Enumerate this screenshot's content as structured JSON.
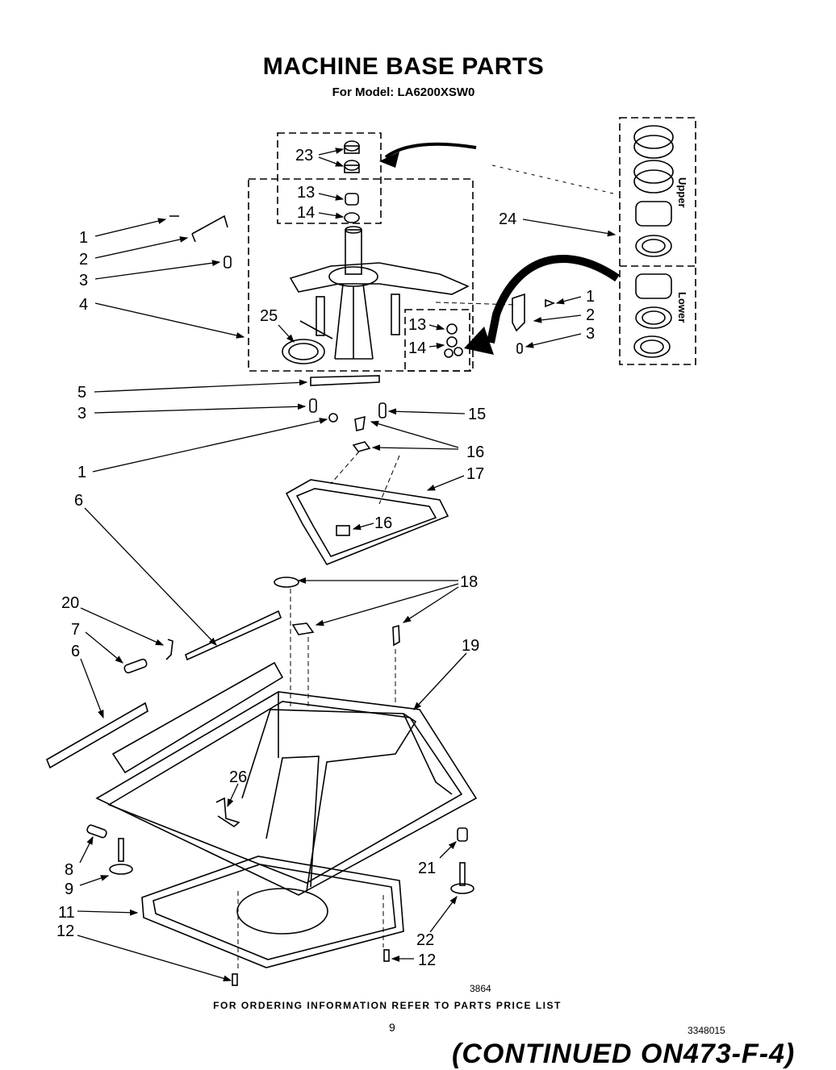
{
  "header": {
    "title": "MACHINE BASE PARTS",
    "subtitle": "For Model: LA6200XSW0"
  },
  "inset": {
    "upper_label": "Upper",
    "lower_label": "Lower"
  },
  "callouts": [
    {
      "id": "c1a",
      "text": "1"
    },
    {
      "id": "c2a",
      "text": "2"
    },
    {
      "id": "c3a",
      "text": "3"
    },
    {
      "id": "c4",
      "text": "4"
    },
    {
      "id": "c23",
      "text": "23"
    },
    {
      "id": "c13a",
      "text": "13"
    },
    {
      "id": "c14a",
      "text": "14"
    },
    {
      "id": "c24",
      "text": "24"
    },
    {
      "id": "c25",
      "text": "25"
    },
    {
      "id": "c13b",
      "text": "13"
    },
    {
      "id": "c14b",
      "text": "14"
    },
    {
      "id": "c1b",
      "text": "1"
    },
    {
      "id": "c2b",
      "text": "2"
    },
    {
      "id": "c3b",
      "text": "3"
    },
    {
      "id": "c5",
      "text": "5"
    },
    {
      "id": "c3c",
      "text": "3"
    },
    {
      "id": "c15",
      "text": "15"
    },
    {
      "id": "c16a",
      "text": "16"
    },
    {
      "id": "c1c",
      "text": "1"
    },
    {
      "id": "c17",
      "text": "17"
    },
    {
      "id": "c6a",
      "text": "6"
    },
    {
      "id": "c16b",
      "text": "16"
    },
    {
      "id": "c18",
      "text": "18"
    },
    {
      "id": "c20",
      "text": "20"
    },
    {
      "id": "c7",
      "text": "7"
    },
    {
      "id": "c19",
      "text": "19"
    },
    {
      "id": "c6b",
      "text": "6"
    },
    {
      "id": "c26",
      "text": "26"
    },
    {
      "id": "c8",
      "text": "8"
    },
    {
      "id": "c21",
      "text": "21"
    },
    {
      "id": "c9",
      "text": "9"
    },
    {
      "id": "c11",
      "text": "11"
    },
    {
      "id": "c12a",
      "text": "12"
    },
    {
      "id": "c22",
      "text": "22"
    },
    {
      "id": "c12b",
      "text": "12"
    }
  ],
  "footer": {
    "drawing_no": "3864",
    "ordering_note": "FOR ORDERING INFORMATION REFER TO PARTS PRICE LIST",
    "page_number": "9",
    "part_code": "3348015",
    "continued": "(CONTINUED ON473-F-4)"
  }
}
